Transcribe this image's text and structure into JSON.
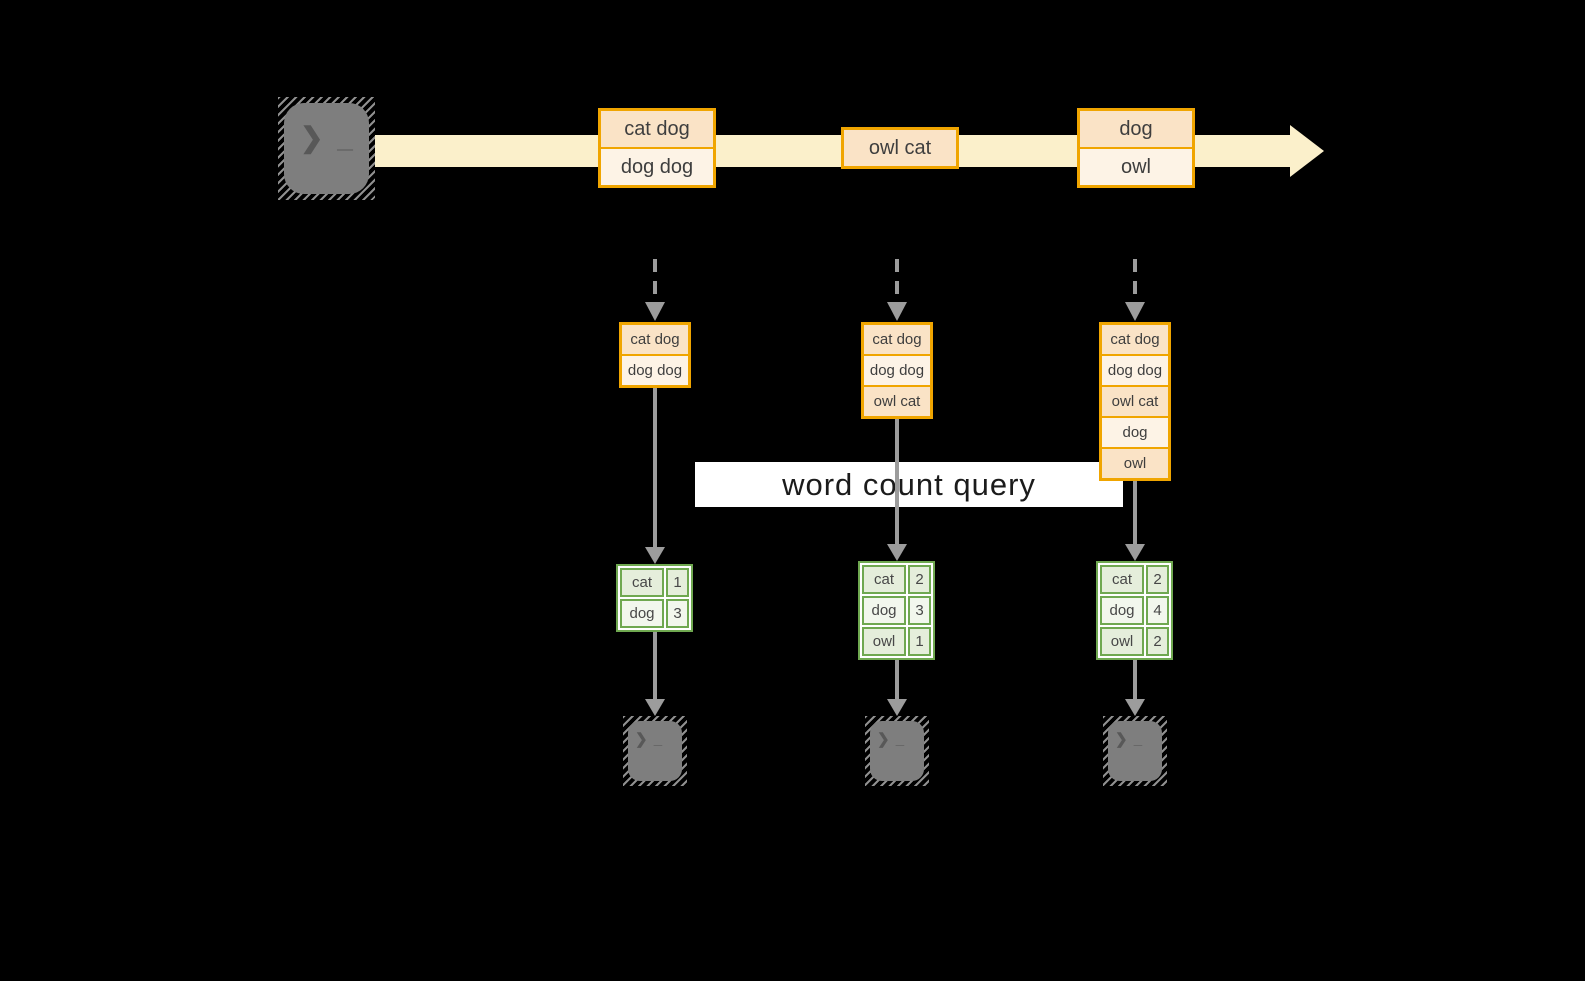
{
  "colors": {
    "background": "#000000",
    "stream_fill": "#FBF0CB",
    "event_border": "#F0A500",
    "event_fill_dark": "#FAE3C6",
    "event_fill_light": "#FDF3E6",
    "table_border": "#6FA850",
    "table_fill_dark": "#E5EEDB",
    "table_fill_light": "#F2F7ED",
    "arrow_gray": "#9C9C9C",
    "terminal_gray": "#7e7e7e"
  },
  "source_terminal": {
    "glyph": "❯ _"
  },
  "stream": {
    "events": [
      {
        "lines": [
          "cat dog",
          "dog dog"
        ]
      },
      {
        "lines": [
          "owl cat"
        ]
      },
      {
        "lines": [
          "dog",
          "owl"
        ]
      }
    ]
  },
  "query_label": "word count query",
  "columns": [
    {
      "state_lines": [
        "cat dog",
        "dog dog"
      ],
      "counts": [
        {
          "word": "cat",
          "count": 1
        },
        {
          "word": "dog",
          "count": 3
        }
      ]
    },
    {
      "state_lines": [
        "cat dog",
        "dog dog",
        "owl cat"
      ],
      "counts": [
        {
          "word": "cat",
          "count": 2
        },
        {
          "word": "dog",
          "count": 3
        },
        {
          "word": "owl",
          "count": 1
        }
      ]
    },
    {
      "state_lines": [
        "cat dog",
        "dog dog",
        "owl cat",
        "dog",
        "owl"
      ],
      "counts": [
        {
          "word": "cat",
          "count": 2
        },
        {
          "word": "dog",
          "count": 4
        },
        {
          "word": "owl",
          "count": 2
        }
      ]
    }
  ],
  "output_terminal": {
    "glyph": "❯ _"
  }
}
